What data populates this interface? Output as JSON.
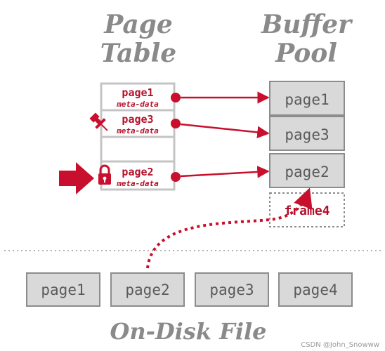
{
  "titles": {
    "page_table_line1": "Page",
    "page_table_line2": "Table",
    "buffer_pool_line1": "Buffer",
    "buffer_pool_line2": "Pool",
    "disk": "On-Disk File"
  },
  "page_table": {
    "entries": [
      {
        "label": "page1",
        "meta": "meta-data"
      },
      {
        "label": "page3",
        "meta": "meta-data"
      },
      {
        "label": "",
        "meta": ""
      },
      {
        "label": "page2",
        "meta": "meta-data"
      }
    ]
  },
  "buffer_pool": {
    "frames": [
      "page1",
      "page3",
      "page2"
    ],
    "free_frame": "frame4"
  },
  "disk": {
    "pages": [
      "page1",
      "page2",
      "page3",
      "page4"
    ]
  },
  "watermark": "CSDN @John_Snowww",
  "colors": {
    "accent": "#c8102e",
    "title_gray": "#8a8a8a",
    "box_fill": "#d9d9d9",
    "box_border": "#8c8c8c"
  },
  "icons": [
    "pin-icon",
    "lock-icon",
    "arrow-right-icon"
  ]
}
